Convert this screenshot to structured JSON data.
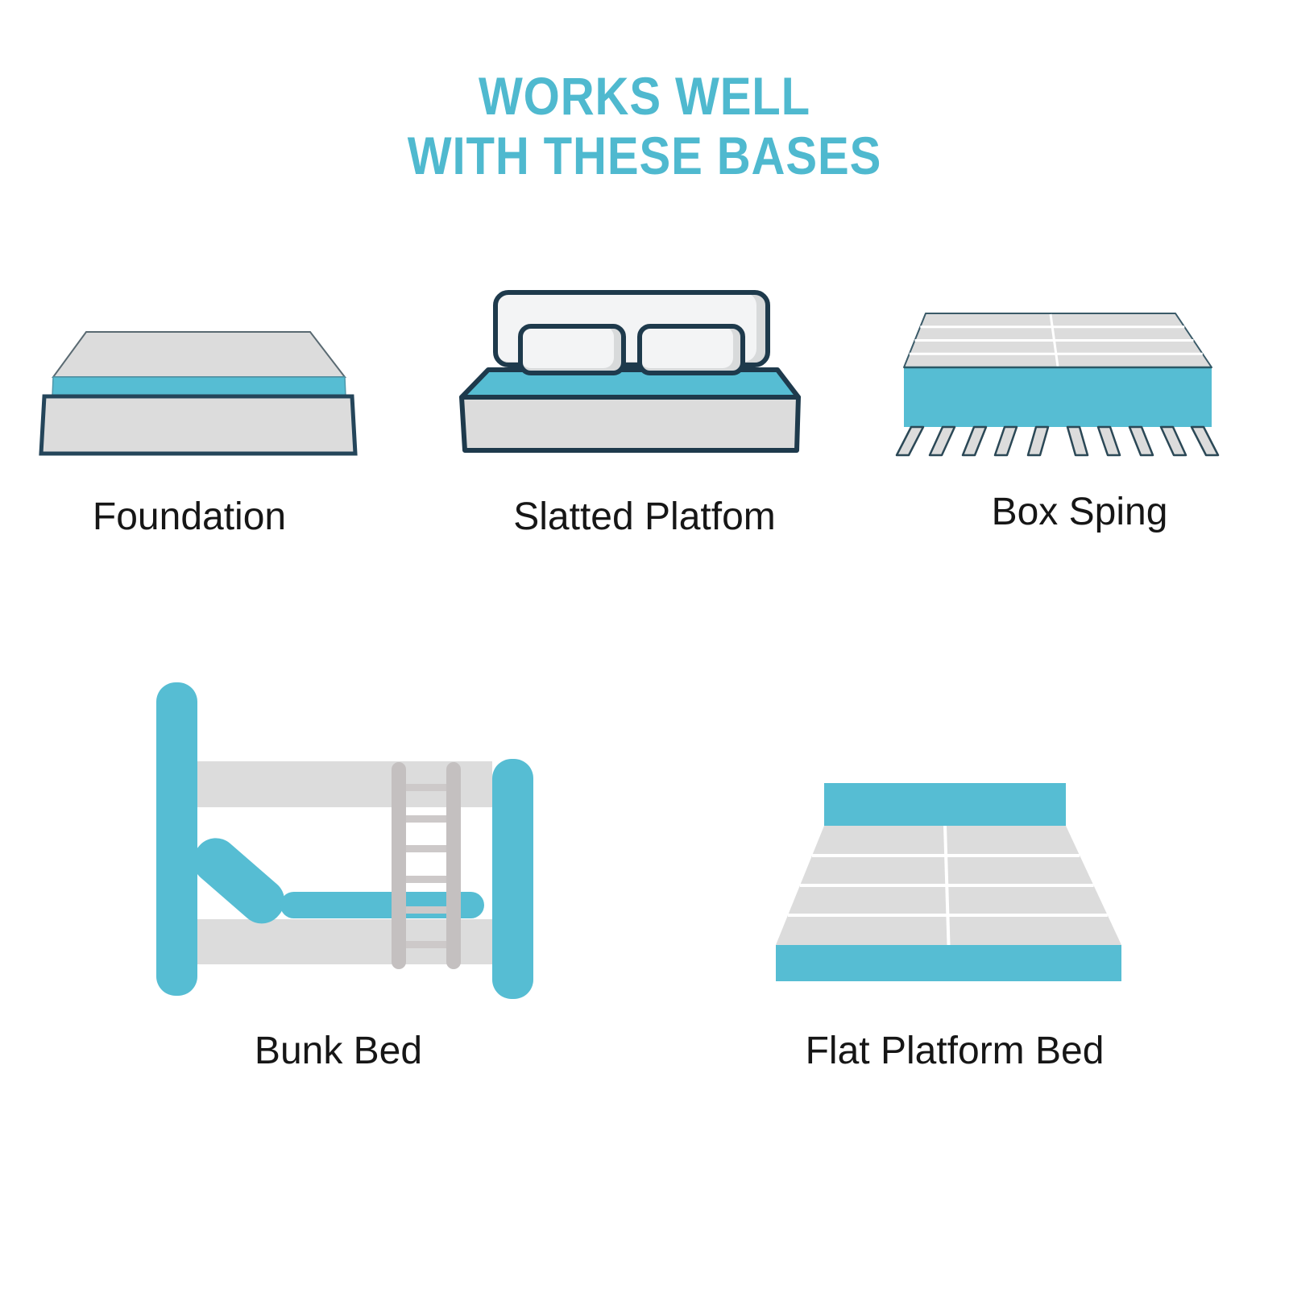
{
  "title": {
    "line1": "WORKS WELL",
    "line2": "WITH THESE BASES"
  },
  "colors": {
    "teal": "#56BDD3",
    "title_teal": "#4FB9CF",
    "gray": "#DCDCDC",
    "light_gray": "#F3F4F5",
    "shade_gray": "#D8DADB",
    "navy_outline": "#1E3A4C",
    "base_outline": "#24455A",
    "ladder_rail": "#C4C0C0",
    "ladder_rung": "#CDC9C9",
    "label_color": "#161616",
    "background": "#FFFFFF"
  },
  "items": [
    {
      "id": "foundation",
      "label": "Foundation",
      "icon": "foundation-illustration"
    },
    {
      "id": "slatted-platform",
      "label": "Slatted Platfom",
      "icon": "slatted-platform-illustration"
    },
    {
      "id": "box-spring",
      "label": "Box Sping",
      "icon": "box-spring-illustration"
    },
    {
      "id": "bunk-bed",
      "label": "Bunk Bed",
      "icon": "bunk-bed-illustration"
    },
    {
      "id": "flat-platform-bed",
      "label": "Flat Platform Bed",
      "icon": "flat-platform-bed-illustration"
    }
  ]
}
